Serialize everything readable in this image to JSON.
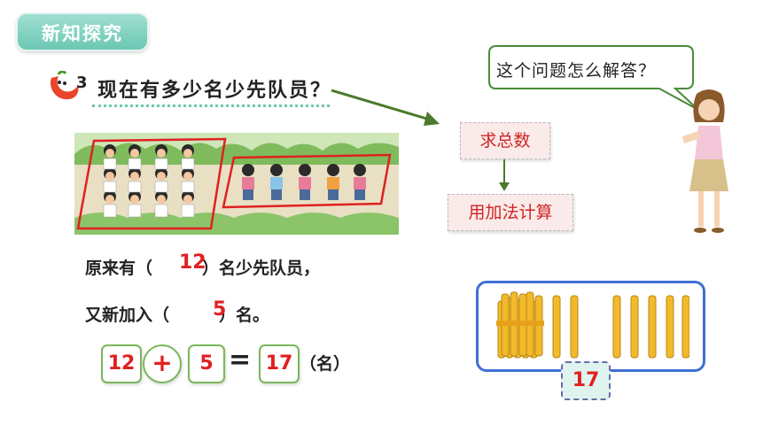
{
  "header": {
    "title": "新知探究"
  },
  "question": {
    "number": "3",
    "text": "现在有多少名少先队员？"
  },
  "teacher": {
    "bubble": "这个问题怎么解答？"
  },
  "steps": {
    "step1": "求总数",
    "step2": "用加法计算"
  },
  "statement1": {
    "prefix": "原来有（",
    "value": "12",
    "suffix": "）名少先队员，"
  },
  "statement2": {
    "prefix": "又新加入（",
    "value": "5",
    "suffix": "）名。"
  },
  "equation": {
    "a": "12",
    "op": "+",
    "b": "5",
    "eq": "=",
    "result": "17",
    "unit": "（名）"
  },
  "sticks": {
    "total": "17"
  },
  "colors": {
    "accent_red": "#e02020",
    "box_green": "#79b75a",
    "frame_blue": "#3f6fd6",
    "header_teal": "#6cc7b3"
  }
}
